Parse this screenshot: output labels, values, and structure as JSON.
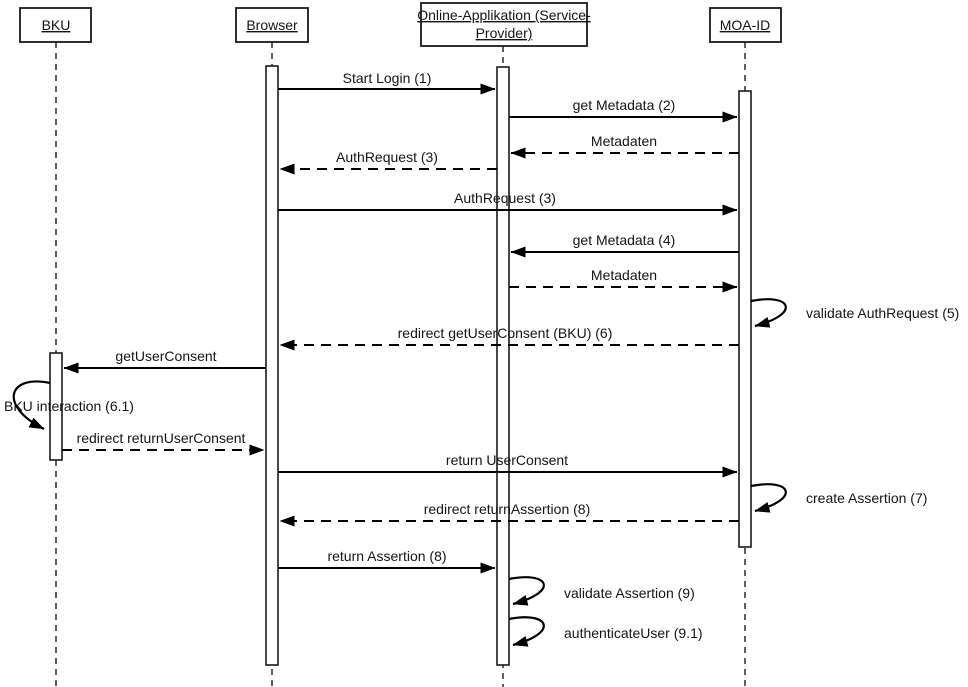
{
  "diagram": {
    "type": "uml-sequence",
    "colors": {
      "line": "#000000",
      "background": "#ffffff",
      "text": "#151515"
    },
    "actors": [
      {
        "id": "bku",
        "label": "BKU"
      },
      {
        "id": "browser",
        "label": "Browser"
      },
      {
        "id": "sp",
        "label": "Online-Applikation (Service-Provider)",
        "label_line1": "Online-Applikation (Service-",
        "label_line2": "Provider)"
      },
      {
        "id": "moaid",
        "label": "MOA-ID"
      }
    ],
    "messages": [
      {
        "from": "browser",
        "to": "sp",
        "style": "solid",
        "label": "Start Login (1)"
      },
      {
        "from": "sp",
        "to": "moaid",
        "style": "solid",
        "label": "get Metadata (2)"
      },
      {
        "from": "moaid",
        "to": "sp",
        "style": "dashed",
        "label": "Metadaten"
      },
      {
        "from": "sp",
        "to": "browser",
        "style": "dashed",
        "label": "AuthRequest (3)"
      },
      {
        "from": "browser",
        "to": "moaid",
        "style": "solid",
        "label": "AuthRequest (3)"
      },
      {
        "from": "moaid",
        "to": "sp",
        "style": "solid",
        "label": "get Metadata (4)"
      },
      {
        "from": "sp",
        "to": "moaid",
        "style": "dashed",
        "label": "Metadaten"
      },
      {
        "from": "moaid",
        "to": "moaid",
        "style": "self",
        "label": "validate AuthRequest (5)"
      },
      {
        "from": "moaid",
        "to": "browser",
        "style": "dashed",
        "label": "redirect getUserConsent (BKU) (6)"
      },
      {
        "from": "browser",
        "to": "bku",
        "style": "solid",
        "label": "getUserConsent"
      },
      {
        "from": "bku",
        "to": "bku",
        "style": "self",
        "label": "BKU interaction (6.1)"
      },
      {
        "from": "bku",
        "to": "browser",
        "style": "dashed",
        "label": "redirect returnUserConsent"
      },
      {
        "from": "browser",
        "to": "moaid",
        "style": "solid",
        "label": "return UserConsent"
      },
      {
        "from": "moaid",
        "to": "moaid",
        "style": "self",
        "label": "create Assertion (7)"
      },
      {
        "from": "moaid",
        "to": "browser",
        "style": "dashed",
        "label": "redirect returnAssertion (8)"
      },
      {
        "from": "browser",
        "to": "sp",
        "style": "solid",
        "label": "return Assertion (8)"
      },
      {
        "from": "sp",
        "to": "sp",
        "style": "self",
        "label": "validate Assertion (9)"
      },
      {
        "from": "sp",
        "to": "sp",
        "style": "self",
        "label": "authenticateUser (9.1)"
      }
    ]
  }
}
